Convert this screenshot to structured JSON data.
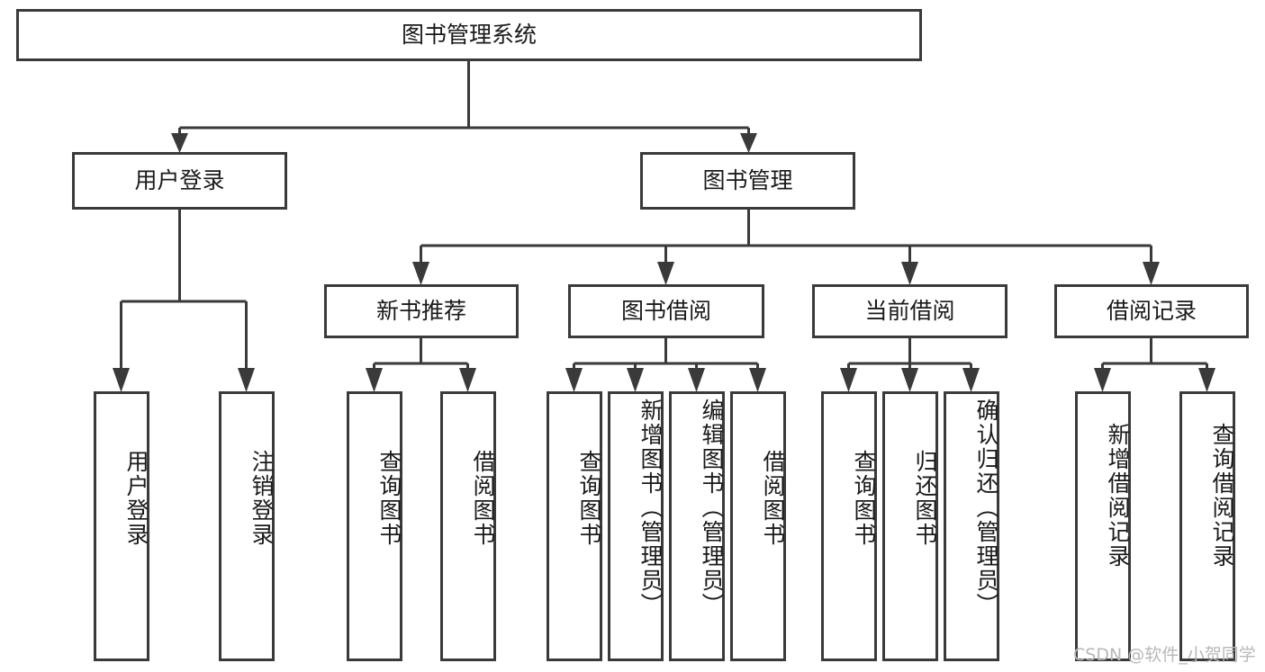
{
  "diagram": {
    "title": "图书管理系统",
    "type": "hierarchy-tree",
    "watermark": "CSDN @软件_小贺同学",
    "colors": {
      "stroke": "#3a3a3a",
      "fill": "#ffffff",
      "text": "#1a1a1a",
      "background": "#ffffff",
      "watermark": "#b8b8b8"
    },
    "levels": [
      {
        "level": 1,
        "nodes": [
          {
            "id": "root",
            "label": "图书管理系统",
            "orientation": "horizontal"
          }
        ]
      },
      {
        "level": 2,
        "nodes": [
          {
            "id": "user-login",
            "label": "用户登录",
            "orientation": "horizontal",
            "parent": "root"
          },
          {
            "id": "book-manage",
            "label": "图书管理",
            "orientation": "horizontal",
            "parent": "root"
          }
        ]
      },
      {
        "level": 3,
        "nodes": [
          {
            "id": "new-book-rec",
            "label": "新书推荐",
            "orientation": "horizontal",
            "parent": "book-manage"
          },
          {
            "id": "book-borrow",
            "label": "图书借阅",
            "orientation": "horizontal",
            "parent": "book-manage"
          },
          {
            "id": "current-borrow",
            "label": "当前借阅",
            "orientation": "horizontal",
            "parent": "book-manage"
          },
          {
            "id": "borrow-record",
            "label": "借阅记录",
            "orientation": "horizontal",
            "parent": "book-manage"
          }
        ]
      },
      {
        "level": 4,
        "nodes": [
          {
            "id": "leaf-user-login",
            "label": "用户登录",
            "orientation": "vertical",
            "parent": "user-login"
          },
          {
            "id": "leaf-user-logout",
            "label": "注销登录",
            "orientation": "vertical",
            "parent": "user-login"
          },
          {
            "id": "leaf-rec-query",
            "label": "查询图书",
            "orientation": "vertical",
            "parent": "new-book-rec"
          },
          {
            "id": "leaf-rec-borrow",
            "label": "借阅图书",
            "orientation": "vertical",
            "parent": "new-book-rec"
          },
          {
            "id": "leaf-borrow-query",
            "label": "查询图书",
            "orientation": "vertical",
            "parent": "book-borrow"
          },
          {
            "id": "leaf-borrow-add",
            "label": "新增图书（管理员）",
            "orientation": "vertical",
            "parent": "book-borrow"
          },
          {
            "id": "leaf-borrow-edit",
            "label": "编辑图书（管理员）",
            "orientation": "vertical",
            "parent": "book-borrow"
          },
          {
            "id": "leaf-borrow-borrow",
            "label": "借阅图书",
            "orientation": "vertical",
            "parent": "book-borrow"
          },
          {
            "id": "leaf-cur-query",
            "label": "查询图书",
            "orientation": "vertical",
            "parent": "current-borrow"
          },
          {
            "id": "leaf-cur-return",
            "label": "归还图书",
            "orientation": "vertical",
            "parent": "current-borrow"
          },
          {
            "id": "leaf-cur-confirm",
            "label": "确认归还（管理员）",
            "orientation": "vertical",
            "parent": "current-borrow"
          },
          {
            "id": "leaf-rec-add",
            "label": "新增借阅记录",
            "orientation": "vertical",
            "parent": "borrow-record"
          },
          {
            "id": "leaf-rec-search",
            "label": "查询借阅记录",
            "orientation": "vertical",
            "parent": "borrow-record"
          }
        ]
      }
    ],
    "labels": {
      "root": "图书管理系统",
      "user_login": "用户登录",
      "book_manage": "图书管理",
      "new_book_rec": "新书推荐",
      "book_borrow": "图书借阅",
      "current_borrow": "当前借阅",
      "borrow_record": "借阅记录",
      "leaf_user_login": "用户登录",
      "leaf_user_logout": "注销登录",
      "leaf_rec_query": "查询图书",
      "leaf_rec_borrow": "借阅图书",
      "leaf_borrow_query": "查询图书",
      "leaf_borrow_add": "新增图书（管理员）",
      "leaf_borrow_edit": "编辑图书（管理员）",
      "leaf_borrow_borrow": "借阅图书",
      "leaf_cur_query": "查询图书",
      "leaf_cur_return": "归还图书",
      "leaf_cur_confirm": "确认归还（管理员）",
      "leaf_rec_add": "新增借阅记录",
      "leaf_rec_search": "查询借阅记录"
    }
  }
}
